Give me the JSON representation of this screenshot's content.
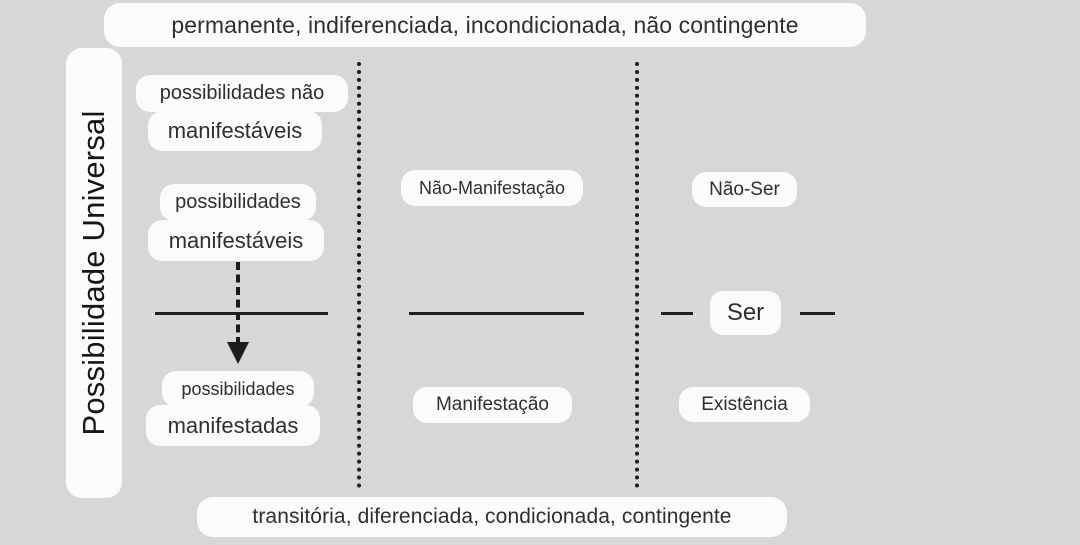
{
  "diagram": {
    "title_axis": "Possibilidade Universal",
    "banner_top": "permanente, indiferenciada, incondicionada, não contingente",
    "banner_bottom": "transitória, diferenciada, condicionada, contingente",
    "columns": [
      {
        "name": "possibilidades",
        "upper_block": [
          "possibilidades não",
          "manifestáveis"
        ],
        "middle_block": [
          "possibilidades",
          "manifestáveis"
        ],
        "lower_block": [
          "possibilidades",
          "manifestadas"
        ]
      },
      {
        "name": "manifestacao",
        "upper_label": "Não-Manifestação",
        "lower_label": "Manifestação"
      },
      {
        "name": "ser",
        "upper_label": "Não-Ser",
        "center_label": "Ser",
        "lower_label": "Existência"
      }
    ]
  },
  "colors": {
    "background": "#d7d7d7",
    "pill": "#fbfbfb",
    "ink": "#1c1c1c",
    "text": "#2f2f2f"
  }
}
